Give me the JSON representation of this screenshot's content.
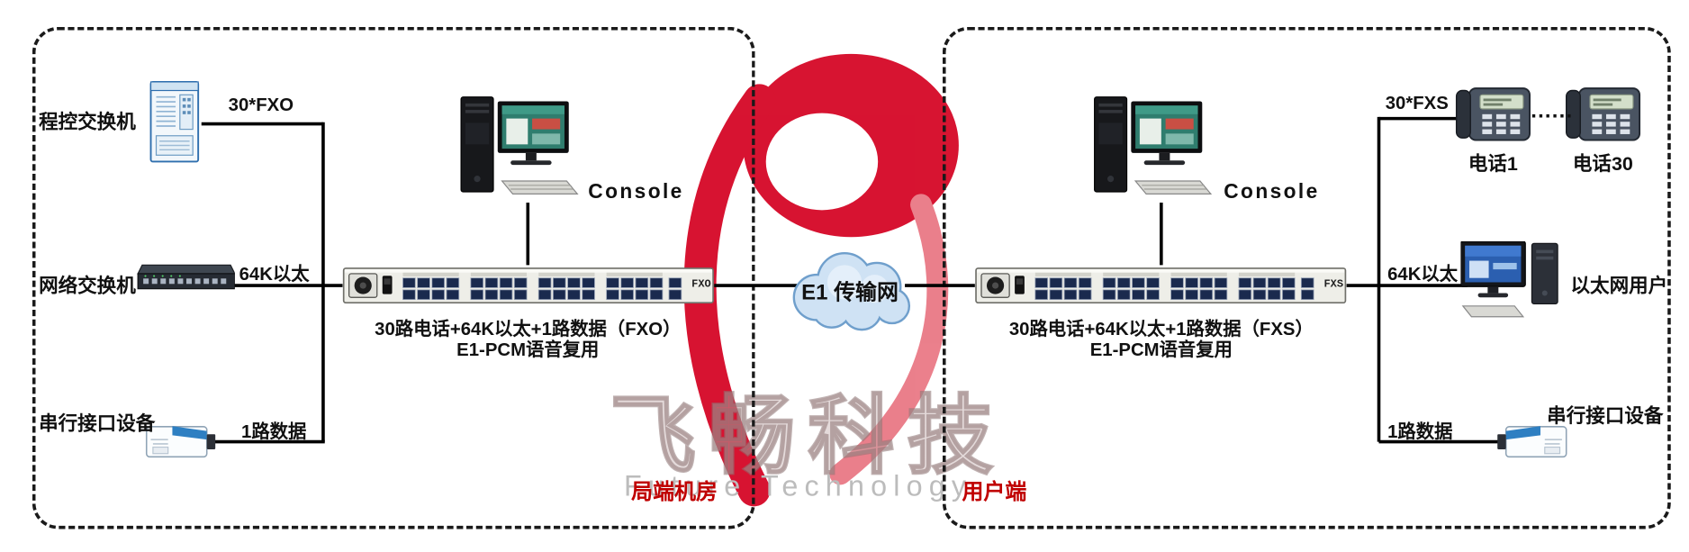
{
  "watermark": {
    "cn": "飞畅科技",
    "en": "Future Technology"
  },
  "cloud": {
    "label": "E1 传输网"
  },
  "left_site": {
    "region_label": "局端机房",
    "pbx_label": "程控交换机",
    "switch_label": "网络交换机",
    "serial_label": "串行接口设备",
    "console_label": "Console",
    "link_fxo": "30*FXO",
    "link_eth": "64K以太",
    "link_data": "1路数据",
    "mux_caption_1": "30路电话+64K以太+1路数据（FXO）",
    "mux_caption_2": "E1-PCM语音复用",
    "mux_port_label": "FXO"
  },
  "right_site": {
    "region_label": "用户端",
    "console_label": "Console",
    "link_fxs": "30*FXS",
    "phone1_label": "电话1",
    "phones_dots": "......",
    "phone30_label": "电话30",
    "link_eth": "64K以太",
    "eth_user_label": "以太网用户",
    "link_data": "1路数据",
    "serial_label": "串行接口设备",
    "mux_caption_1": "30路电话+64K以太+1路数据（FXS）",
    "mux_caption_2": "E1-PCM语音复用",
    "mux_port_label": "FXS"
  }
}
